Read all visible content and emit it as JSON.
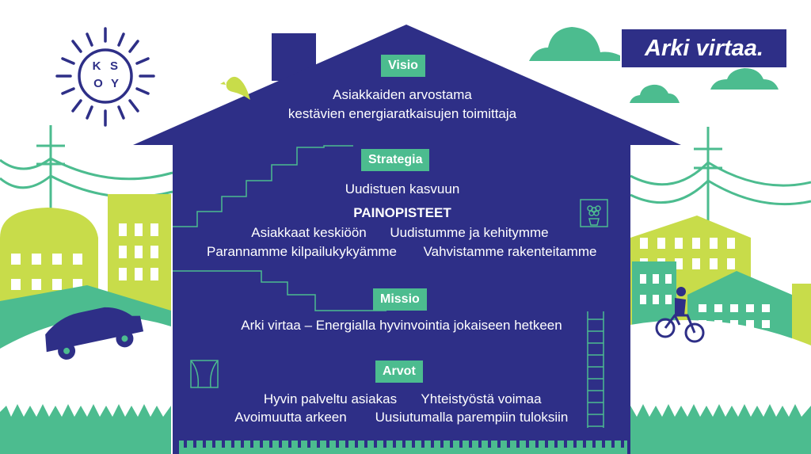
{
  "slogan": "Arki virtaa.",
  "logo": {
    "letters": [
      "K",
      "S",
      "O",
      "Y"
    ]
  },
  "visio": {
    "label": "Visio",
    "line1": "Asiakkaiden arvostama",
    "line2": "kestävien energiaratkaisujen toimittaja"
  },
  "strategia": {
    "label": "Strategia",
    "line1": "Uudistuen kasvuun",
    "heading": "PAINOPISTEET",
    "priorities": [
      "Asiakkaat keskiöön",
      "Uudistumme ja kehitymme",
      "Parannamme kilpailukykyämme",
      "Vahvistamme rakenteitamme"
    ]
  },
  "missio": {
    "label": "Missio",
    "line1": "Arki virtaa – Energialla hyvinvointia jokaiseen hetkeen"
  },
  "arvot": {
    "label": "Arvot",
    "values": [
      "Hyvin palveltu asiakas",
      "Yhteistyöstä voimaa",
      "Avoimuutta arkeen",
      "Uusiutumalla parempiin tuloksiin"
    ]
  },
  "colors": {
    "house": "#2e2f87",
    "green": "#4cbc8f",
    "lime": "#c8dc4a",
    "white": "#ffffff"
  }
}
